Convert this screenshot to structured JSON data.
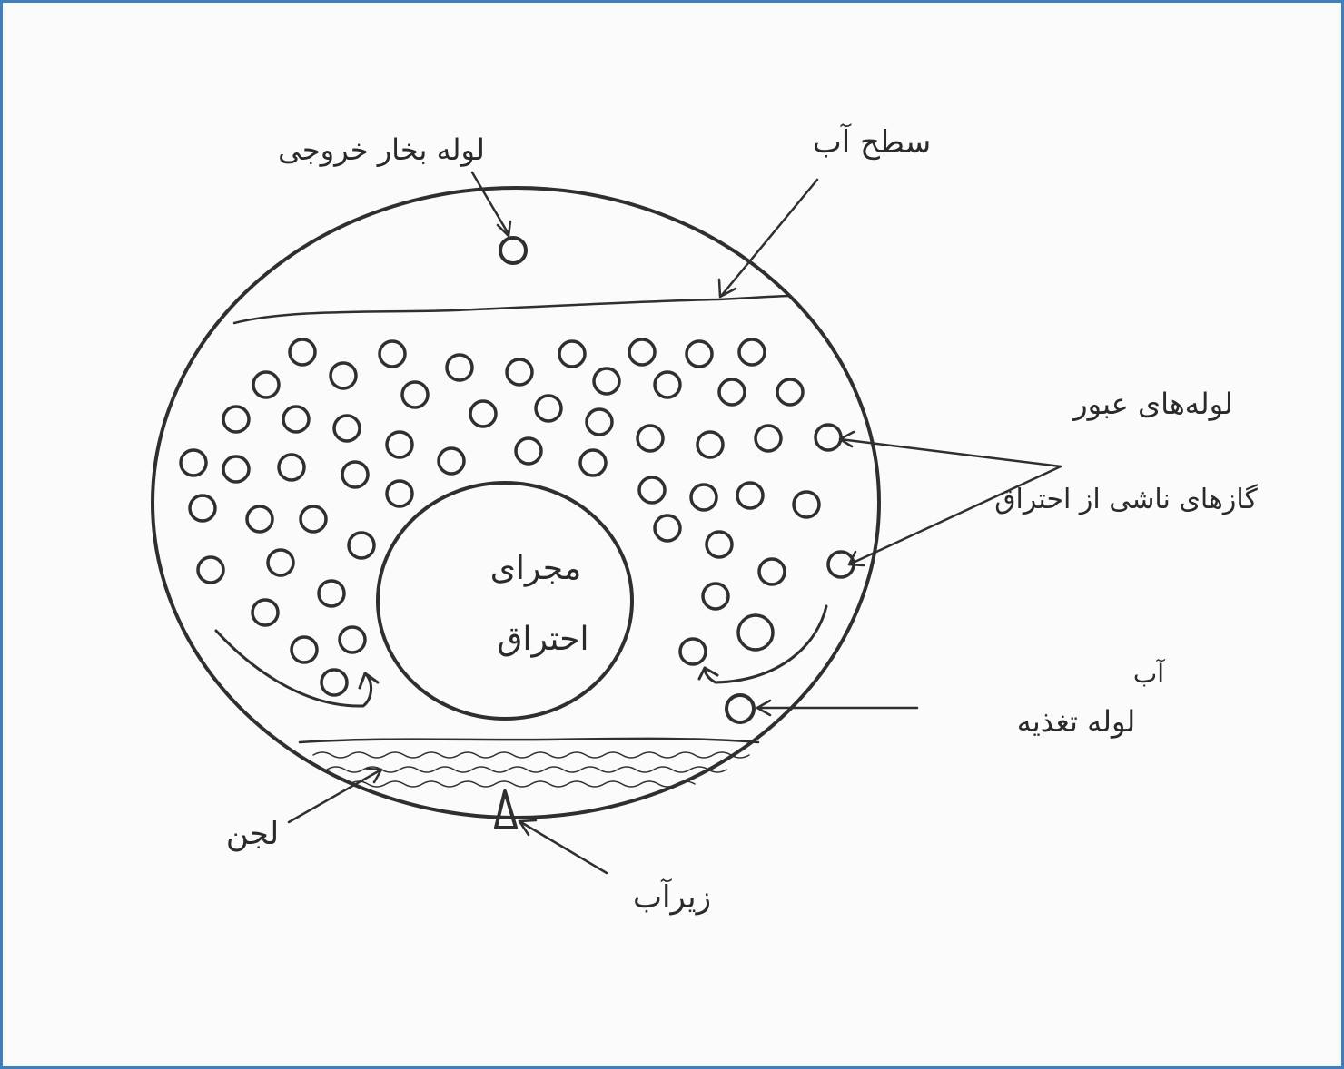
{
  "labels": {
    "steam_outlet": "لوله بخار خروجی",
    "water_surface": "سطح آب",
    "gas_tubes_line1": "لوله‌های عبور",
    "gas_tubes_line2": "گازهای ناشی از احتراق",
    "combustion_line1": "مجرای",
    "combustion_line2": "احتراق",
    "feed_line1": "آب",
    "feed_line2": "لوله تغذیه",
    "sludge": "لجن",
    "drain": "زیرآب"
  },
  "colors": {
    "ink": "#2f2f2f",
    "frame": "#3c7fc4",
    "paper": "#fbfbfb"
  }
}
